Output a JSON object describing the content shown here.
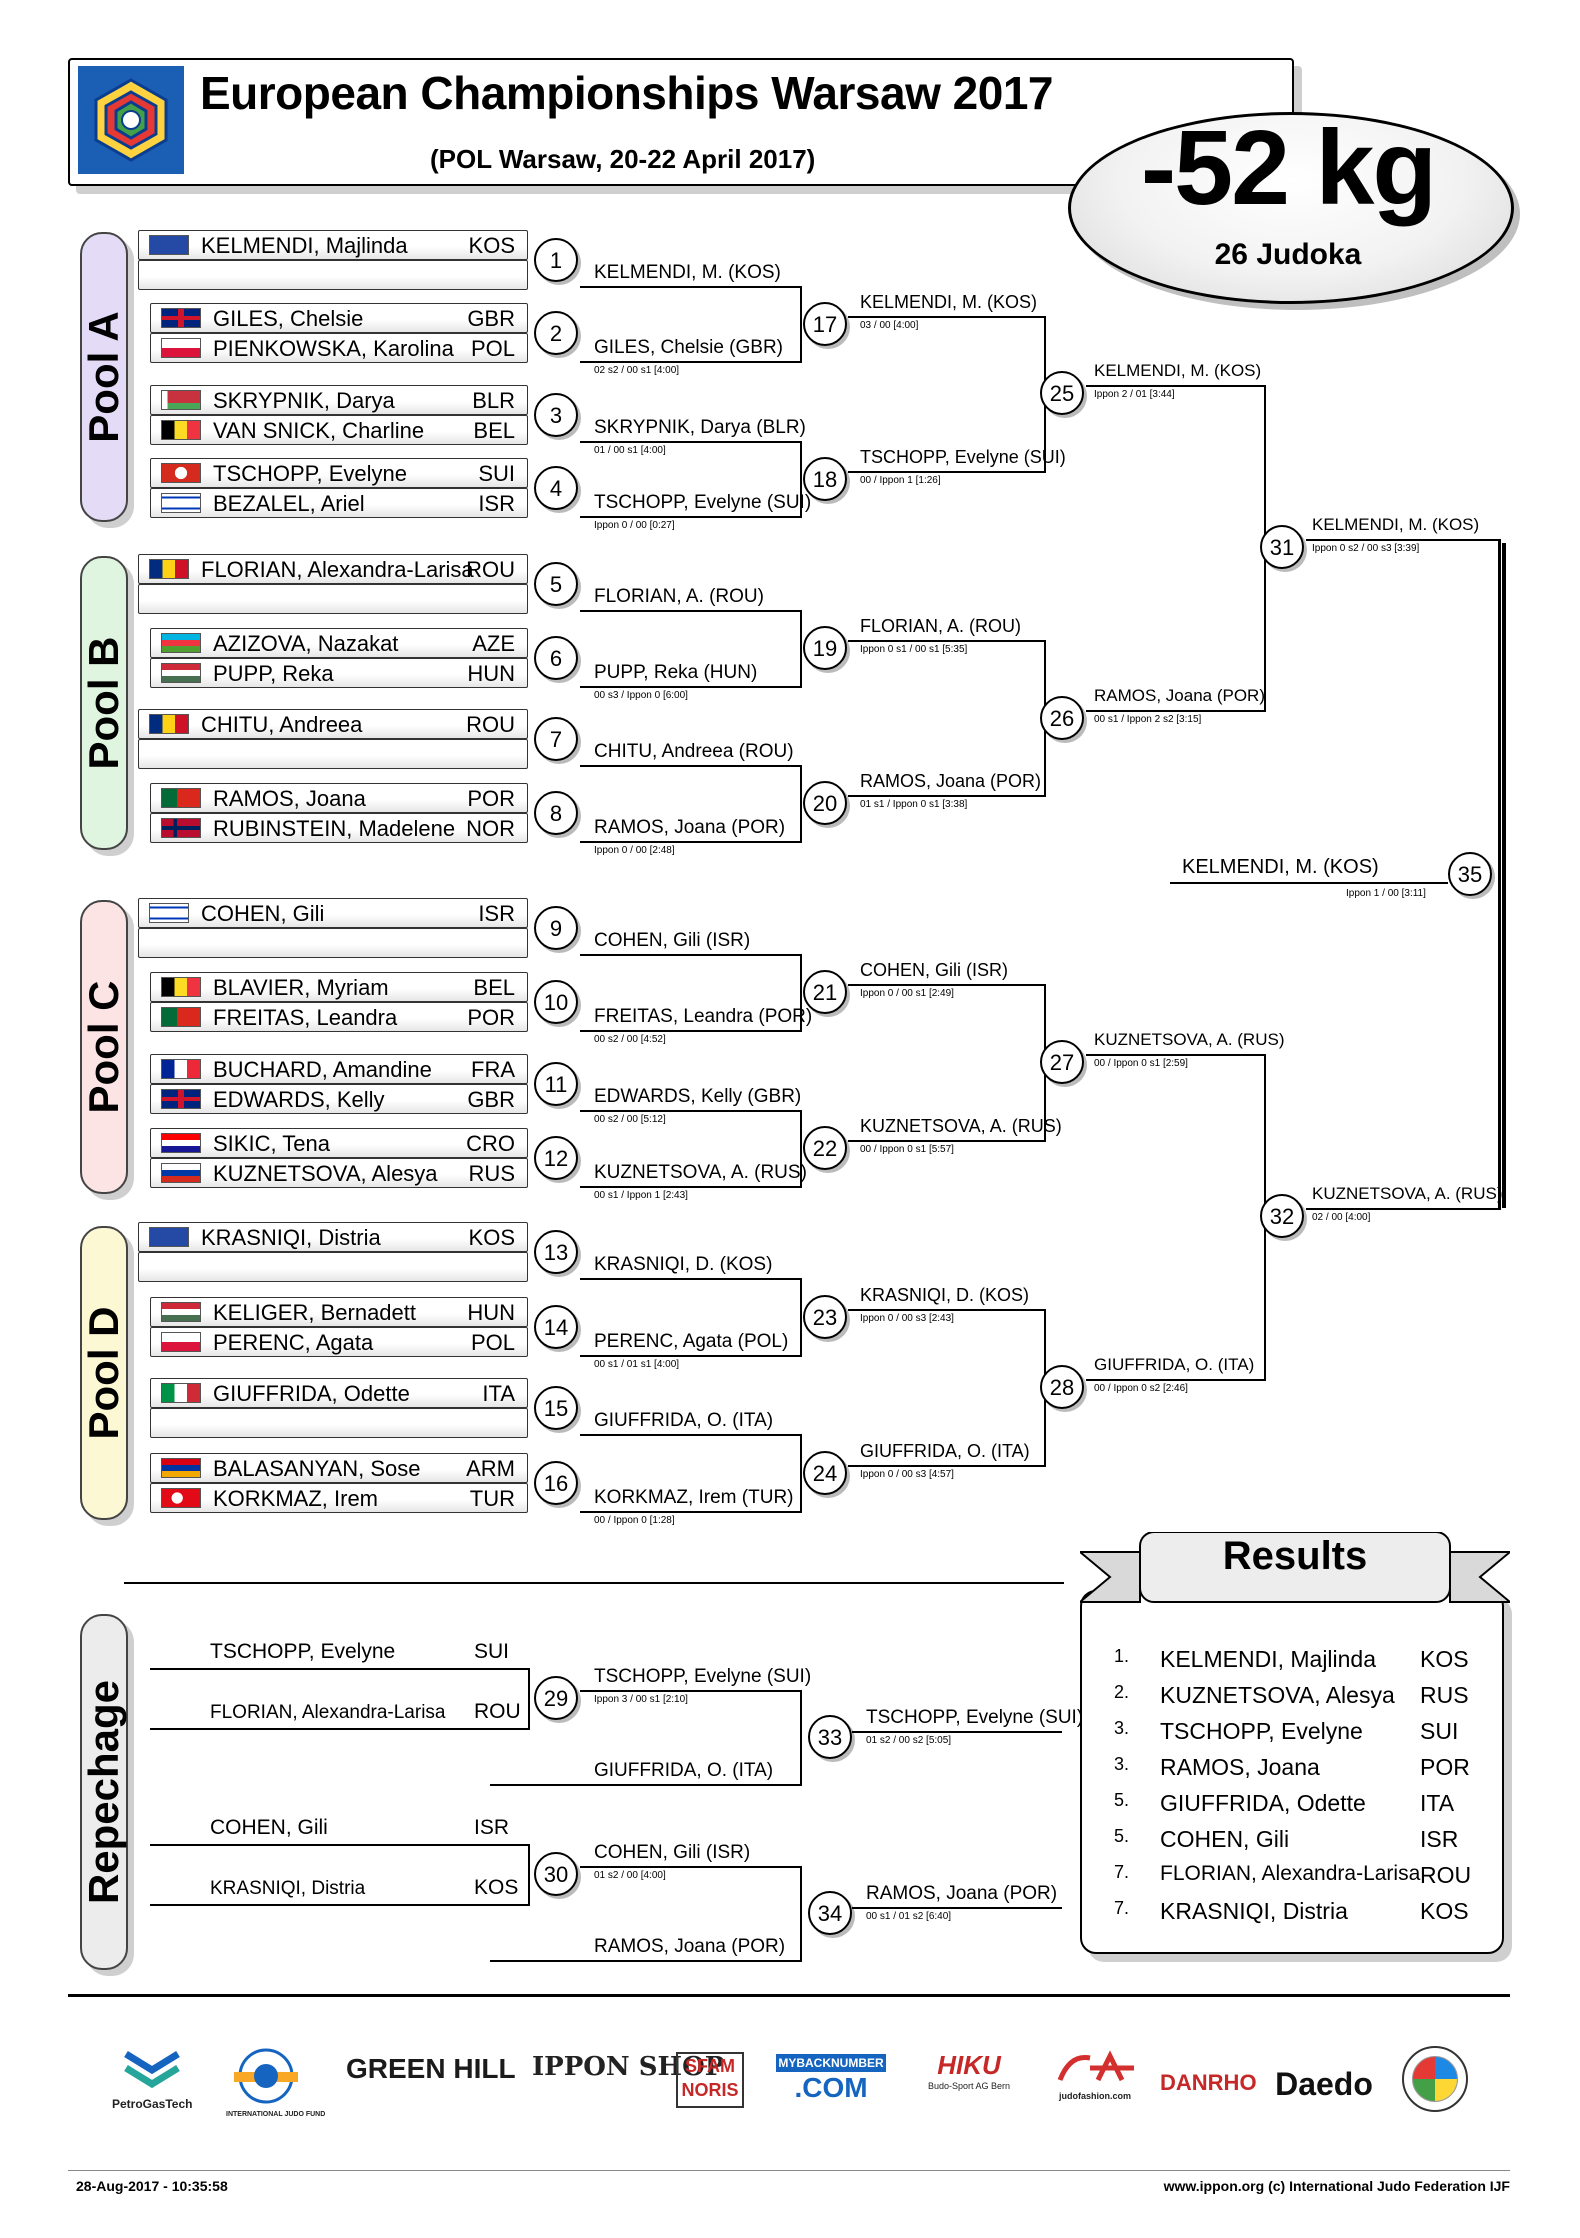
{
  "header": {
    "title": "European Championships Warsaw 2017",
    "subtitle": "(POL Warsaw, 20-22 April 2017)",
    "weight": "-52 kg",
    "judoka_count": "26 Judoka"
  },
  "pools": [
    "Pool A",
    "Pool B",
    "Pool C",
    "Pool D"
  ],
  "repechage_label": "Repechage",
  "athletes": [
    {
      "name": "KELMENDI, Majlinda",
      "country": "KOS"
    },
    {
      "name": "GILES, Chelsie",
      "country": "GBR"
    },
    {
      "name": "PIENKOWSKA, Karolina",
      "country": "POL"
    },
    {
      "name": "SKRYPNIK, Darya",
      "country": "BLR"
    },
    {
      "name": "VAN SNICK, Charline",
      "country": "BEL"
    },
    {
      "name": "TSCHOPP, Evelyne",
      "country": "SUI"
    },
    {
      "name": "BEZALEL, Ariel",
      "country": "ISR"
    },
    {
      "name": "FLORIAN, Alexandra-Larisa",
      "country": "ROU"
    },
    {
      "name": "AZIZOVA, Nazakat",
      "country": "AZE"
    },
    {
      "name": "PUPP, Reka",
      "country": "HUN"
    },
    {
      "name": "CHITU, Andreea",
      "country": "ROU"
    },
    {
      "name": "RAMOS, Joana",
      "country": "POR"
    },
    {
      "name": "RUBINSTEIN, Madelene",
      "country": "NOR"
    },
    {
      "name": "COHEN, Gili",
      "country": "ISR"
    },
    {
      "name": "BLAVIER, Myriam",
      "country": "BEL"
    },
    {
      "name": "FREITAS, Leandra",
      "country": "POR"
    },
    {
      "name": "BUCHARD, Amandine",
      "country": "FRA"
    },
    {
      "name": "EDWARDS, Kelly",
      "country": "GBR"
    },
    {
      "name": "SIKIC, Tena",
      "country": "CRO"
    },
    {
      "name": "KUZNETSOVA, Alesya",
      "country": "RUS"
    },
    {
      "name": "KRASNIQI, Distria",
      "country": "KOS"
    },
    {
      "name": "KELIGER, Bernadett",
      "country": "HUN"
    },
    {
      "name": "PERENC, Agata",
      "country": "POL"
    },
    {
      "name": "GIUFFRIDA, Odette",
      "country": "ITA"
    },
    {
      "name": "BALASANYAN, Sose",
      "country": "ARM"
    },
    {
      "name": "KORKMAZ, Irem",
      "country": "TUR"
    }
  ],
  "matches": [
    {
      "num": "1",
      "winner": "KELMENDI, M.  (KOS)",
      "score": ""
    },
    {
      "num": "2",
      "winner": "GILES, Chelsie  (GBR)",
      "score": "02 s2 / 00 s1  [4:00]"
    },
    {
      "num": "3",
      "winner": "SKRYPNIK, Darya  (BLR)",
      "score": "01  / 00 s1 [4:00]"
    },
    {
      "num": "4",
      "winner": "TSCHOPP, Evelyne  (SUI)",
      "score": "Ippon 0  / 00   [0:27]"
    },
    {
      "num": "5",
      "winner": "FLORIAN, A.  (ROU)",
      "score": ""
    },
    {
      "num": "6",
      "winner": "PUPP, Reka  (HUN)",
      "score": "00 s3 / Ippon 0   [6:00]"
    },
    {
      "num": "7",
      "winner": "CHITU, Andreea  (ROU)",
      "score": ""
    },
    {
      "num": "8",
      "winner": "RAMOS, Joana  (POR)",
      "score": "Ippon 0  / 00   [2:48]"
    },
    {
      "num": "9",
      "winner": "COHEN, Gili  (ISR)",
      "score": ""
    },
    {
      "num": "10",
      "winner": "FREITAS, Leandra  (POR)",
      "score": "00 s2 / 00   [4:52]"
    },
    {
      "num": "11",
      "winner": "EDWARDS, Kelly  (GBR)",
      "score": "00 s2 / 00   [5:12]"
    },
    {
      "num": "12",
      "winner": "KUZNETSOVA, A.  (RUS)",
      "score": "00 s1 / Ippon 1   [2:43]"
    },
    {
      "num": "13",
      "winner": "KRASNIQI, D.  (KOS)",
      "score": ""
    },
    {
      "num": "14",
      "winner": "PERENC, Agata  (POL)",
      "score": "00 s1 / 01 s1 [4:00]"
    },
    {
      "num": "15",
      "winner": "GIUFFRIDA, O.  (ITA)",
      "score": ""
    },
    {
      "num": "16",
      "winner": "KORKMAZ, Irem  (TUR)",
      "score": "00  / Ippon 0   [1:28]"
    },
    {
      "num": "17",
      "winner": "KELMENDI, M.  (KOS)",
      "score": "03  / 00   [4:00]"
    },
    {
      "num": "18",
      "winner": "TSCHOPP, Evelyne  (SUI)",
      "score": "00  / Ippon 1   [1:26]"
    },
    {
      "num": "19",
      "winner": "FLORIAN, A.  (ROU)",
      "score": "Ippon 0 s1 / 00 s1 [5:35]"
    },
    {
      "num": "20",
      "winner": "RAMOS, Joana  (POR)",
      "score": "01 s1 / Ippon 0 s1 [3:38]"
    },
    {
      "num": "21",
      "winner": "COHEN, Gili  (ISR)",
      "score": "Ippon 0  / 00 s1 [2:49]"
    },
    {
      "num": "22",
      "winner": "KUZNETSOVA, A.  (RUS)",
      "score": "00  / Ippon 0 s1 [5:57]"
    },
    {
      "num": "23",
      "winner": "KRASNIQI, D.  (KOS)",
      "score": "Ippon 0  / 00 s3 [2:43]"
    },
    {
      "num": "24",
      "winner": "GIUFFRIDA, O.  (ITA)",
      "score": "Ippon 0  / 00 s3 [4:57]"
    },
    {
      "num": "25",
      "winner": "KELMENDI, M.  (KOS)",
      "score": "Ippon 2  / 01   [3:44]"
    },
    {
      "num": "26",
      "winner": "RAMOS, Joana  (POR)",
      "score": "00 s1 / Ippon 2 s2 [3:15]"
    },
    {
      "num": "27",
      "winner": "KUZNETSOVA, A.  (RUS)",
      "score": "00  / Ippon 0 s1 [2:59]"
    },
    {
      "num": "28",
      "winner": "GIUFFRIDA, O.  (ITA)",
      "score": "00  / Ippon 0 s2 [2:46]"
    },
    {
      "num": "31",
      "winner": "KELMENDI, M.  (KOS)",
      "score": "Ippon 0 s2 / 00 s3 [3:39]"
    },
    {
      "num": "32",
      "winner": "KUZNETSOVA, A.  (RUS)",
      "score": "02  / 00   [4:00]"
    },
    {
      "num": "35",
      "winner": "KELMENDI, M.  (KOS)",
      "score": "Ippon 1  / 00   [3:11]"
    }
  ],
  "repechage": {
    "r29_a": {
      "name": "TSCHOPP, Evelyne",
      "country": "SUI"
    },
    "r29_b": {
      "name": "FLORIAN, Alexandra-Larisa",
      "country": "ROU"
    },
    "m29": {
      "num": "29",
      "winner": "TSCHOPP, Evelyne  (SUI)",
      "score": "Ippon 3  / 00 s1 [2:10]"
    },
    "r33_b": "GIUFFRIDA, O.  (ITA)",
    "m33": {
      "num": "33",
      "winner": "TSCHOPP, Evelyne  (SUI)",
      "score": "01 s2 / 00 s2 [5:05]"
    },
    "r30_a": {
      "name": "COHEN, Gili",
      "country": "ISR"
    },
    "r30_b": {
      "name": "KRASNIQI, Distria",
      "country": "KOS"
    },
    "m30": {
      "num": "30",
      "winner": "COHEN, Gili  (ISR)",
      "score": "01 s2 / 00   [4:00]"
    },
    "r34_b": "RAMOS, Joana  (POR)",
    "m34": {
      "num": "34",
      "winner": "RAMOS, Joana  (POR)",
      "score": "00 s1 / 01 s2 [6:40]"
    }
  },
  "results": {
    "title": "Results",
    "rows": [
      {
        "place": "1.",
        "name": "KELMENDI, Majlinda",
        "country": "KOS"
      },
      {
        "place": "2.",
        "name": "KUZNETSOVA, Alesya",
        "country": "RUS"
      },
      {
        "place": "3.",
        "name": "TSCHOPP, Evelyne",
        "country": "SUI"
      },
      {
        "place": "3.",
        "name": "RAMOS, Joana",
        "country": "POR"
      },
      {
        "place": "5.",
        "name": "GIUFFRIDA, Odette",
        "country": "ITA"
      },
      {
        "place": "5.",
        "name": "COHEN, Gili",
        "country": "ISR"
      },
      {
        "place": "7.",
        "name": "FLORIAN, Alexandra-Larisa",
        "country": "ROU"
      },
      {
        "place": "7.",
        "name": "KRASNIQI, Distria",
        "country": "KOS"
      }
    ]
  },
  "sponsors": {
    "petrogastech": "PetroGasTech",
    "ijf_fund": "INTERNATIONAL JUDO FUND",
    "greenhill": "GREEN HILL",
    "ippon_shop": "IPPON SHOP",
    "sfam": "SFAM NORIS",
    "mybacknumber_top": "MYBACKNUMBER",
    "mybacknumber_bottom": ".COM",
    "hiku": "HIKU",
    "hiku_sub": "Budo-Sport AG Bern",
    "judofashion": "judofashion.com",
    "danrho": "DANRHO",
    "daedo": "Daedo"
  },
  "footer": {
    "timestamp": "28-Aug-2017 - 10:35:58",
    "copyright": "www.ippon.org   (c) International Judo Federation IJF"
  }
}
